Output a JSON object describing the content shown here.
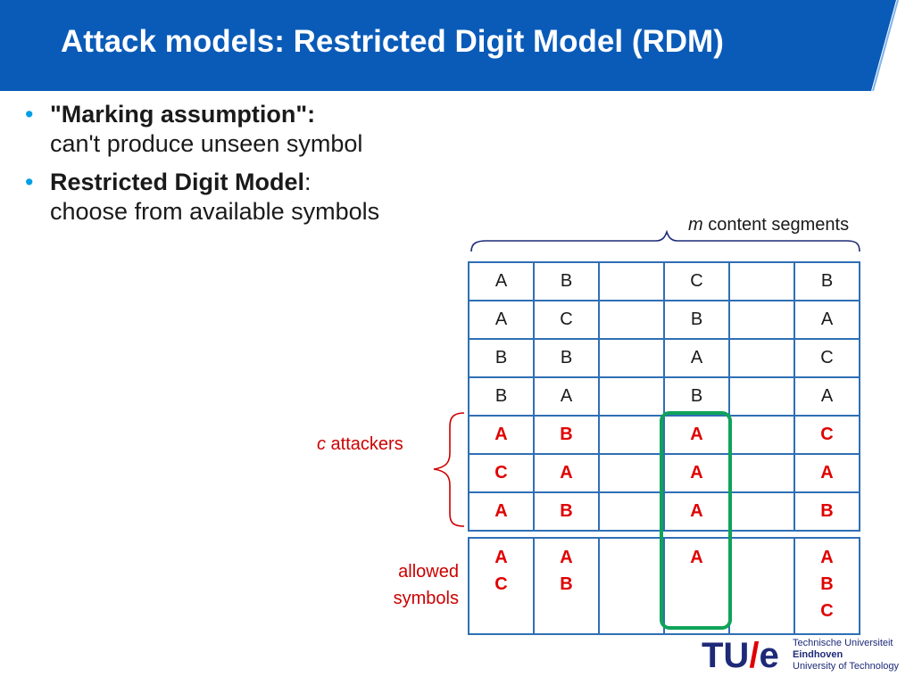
{
  "slide": {
    "title": "Attack models: Restricted Digit Model (RDM)",
    "bullets": [
      {
        "head": "\"Marking assumption\":",
        "body": "can't produce unseen symbol"
      },
      {
        "head": "Restricted Digit Model",
        "head_suffix": ":",
        "body": "choose from available symbols"
      }
    ],
    "bullet_glyph": "•",
    "segments_label": {
      "var": "m",
      "text": " content segments"
    },
    "attackers_label": {
      "var": "c",
      "text": " attackers"
    },
    "allowed_label": [
      "allowed",
      "symbols"
    ],
    "table": {
      "rows": [
        [
          "A",
          "B",
          "",
          "C",
          "",
          "B"
        ],
        [
          "A",
          "C",
          "",
          "B",
          "",
          "A"
        ],
        [
          "B",
          "B",
          "",
          "A",
          "",
          "C"
        ],
        [
          "B",
          "A",
          "",
          "B",
          "",
          "A"
        ]
      ],
      "attacker_rows": [
        [
          "A",
          "B",
          "",
          "A",
          "",
          "C"
        ],
        [
          "C",
          "A",
          "",
          "A",
          "",
          "A"
        ],
        [
          "A",
          "B",
          "",
          "A",
          "",
          "B"
        ]
      ],
      "allowed": [
        [
          "A",
          "C"
        ],
        [
          "A",
          "B"
        ],
        [],
        [
          "A"
        ],
        [],
        [
          "A",
          "B",
          "C"
        ]
      ]
    },
    "colors": {
      "banner": "#0a5bb8",
      "accent": "#009fe3",
      "attacker_text": "#e00000",
      "table_border": "#2f6fb5",
      "highlight": "#0fa35a"
    },
    "logo": {
      "mark_left": "TU",
      "mark_slash": "/",
      "mark_right": "e",
      "lines": [
        "Technische Universiteit",
        "Eindhoven",
        "University of Technology"
      ]
    }
  }
}
